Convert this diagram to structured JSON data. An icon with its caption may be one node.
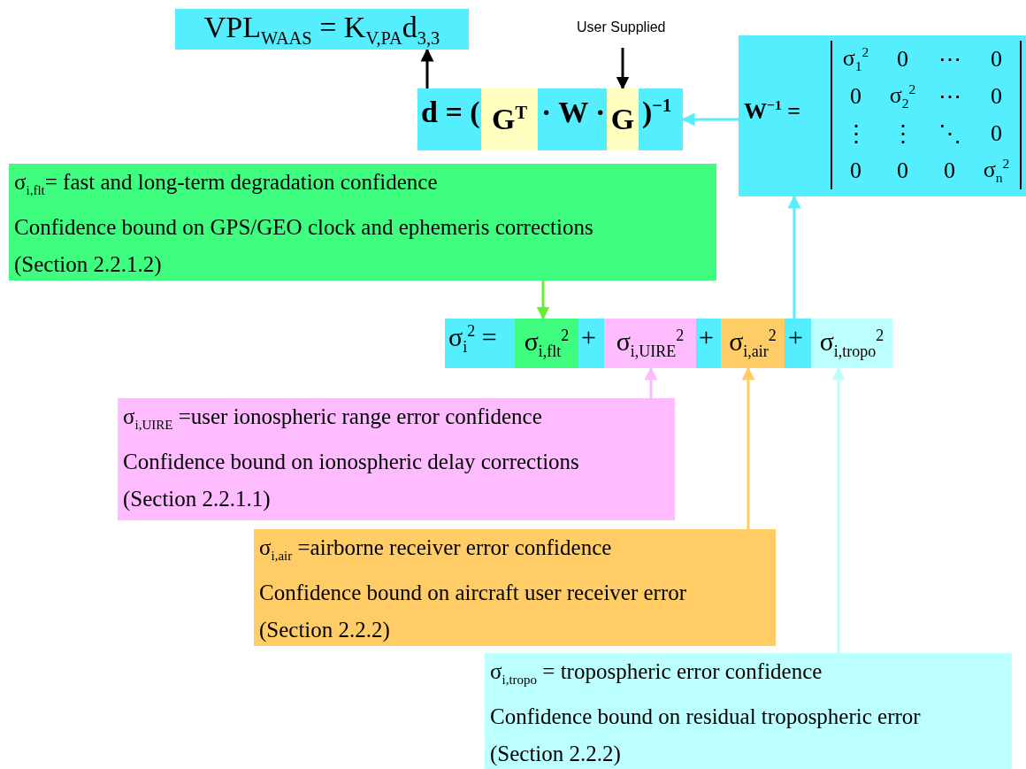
{
  "diagram": {
    "nodes": [
      {
        "text": [
          "VPL$_{WAAS}$ = K$_{V,PA}$d$_{3,3}$"
        ]
      },
      {
        "text": [
          "User Supplied"
        ]
      },
      {
        "text": [
          "d = (",
          "· W ·",
          ")$^{−1}$"
        ]
      },
      {
        "text": [
          "G$^{T}$"
        ],
        "in": 2
      },
      {
        "text": [
          "G"
        ],
        "in": 2
      },
      {
        "text": [
          "W$^{−1}$ =",
          "σ$_{1}$$^{2}$",
          "0",
          "⋯",
          "0",
          "0",
          "σ$_{2}$$^{2}$",
          "⋯",
          "0",
          "⋮",
          "⋮",
          "⋱",
          "0",
          "0",
          "0",
          "0",
          "σ$_{n}$$^{2}$"
        ]
      },
      {
        "text": [
          "σ$_{i,flt}$= fast and long-term degradation confidence",
          "Confidence bound on GPS/GEO clock and ephemeris corrections",
          "(Section 2.2.1.2)"
        ]
      },
      {
        "text": [
          "σ$_{i}$$^{2}$ =",
          "+",
          "+",
          "+"
        ]
      },
      {
        "text": [
          "σ$_{i,flt}$$^{2}$"
        ],
        "in": 7
      },
      {
        "text": [
          "σ$_{i,UIRE}$$^{2}$"
        ],
        "in": 7
      },
      {
        "text": [
          "σ$_{i,air}$$^{2}$"
        ],
        "in": 7
      },
      {
        "text": [
          "σ$_{i,tropo}$$^{2}$"
        ],
        "in": 7
      },
      {
        "text": [
          "σ$_{i,UIRE}$ =user ionospheric range error confidence",
          "Confidence bound on ionospheric delay corrections",
          "(Section 2.2.1.1)"
        ]
      },
      {
        "text": [
          "σ$_{i,air}$ =airborne receiver error confidence",
          "Confidence bound on aircraft user receiver error",
          "(Section 2.2.2)"
        ]
      },
      {
        "text": [
          "σ$_{i,tropo}$ = tropospheric error confidence",
          "Confidence bound on residual tropospheric error",
          "(Section 2.2.2)"
        ]
      }
    ],
    "edges": [
      {
        "from": 2,
        "to": 0,
        "arrow": "to",
        "color": "#000000"
      },
      {
        "from": 1,
        "to": 4,
        "arrow": "to",
        "color": "#000000"
      },
      {
        "from": 5,
        "to": 2,
        "arrow": "to",
        "color": "#55eeff"
      },
      {
        "from": 7,
        "to": 5,
        "arrow": "to",
        "color": "#55eeff"
      },
      {
        "from": 6,
        "to": 8,
        "arrow": "to",
        "color": "#66ee33"
      },
      {
        "from": 12,
        "to": 9,
        "arrow": "to",
        "color": "#ffbbff"
      },
      {
        "from": 13,
        "to": 10,
        "arrow": "to",
        "color": "#ffcc66"
      },
      {
        "from": 14,
        "to": 11,
        "arrow": "to",
        "color": "#bbffff"
      }
    ]
  }
}
